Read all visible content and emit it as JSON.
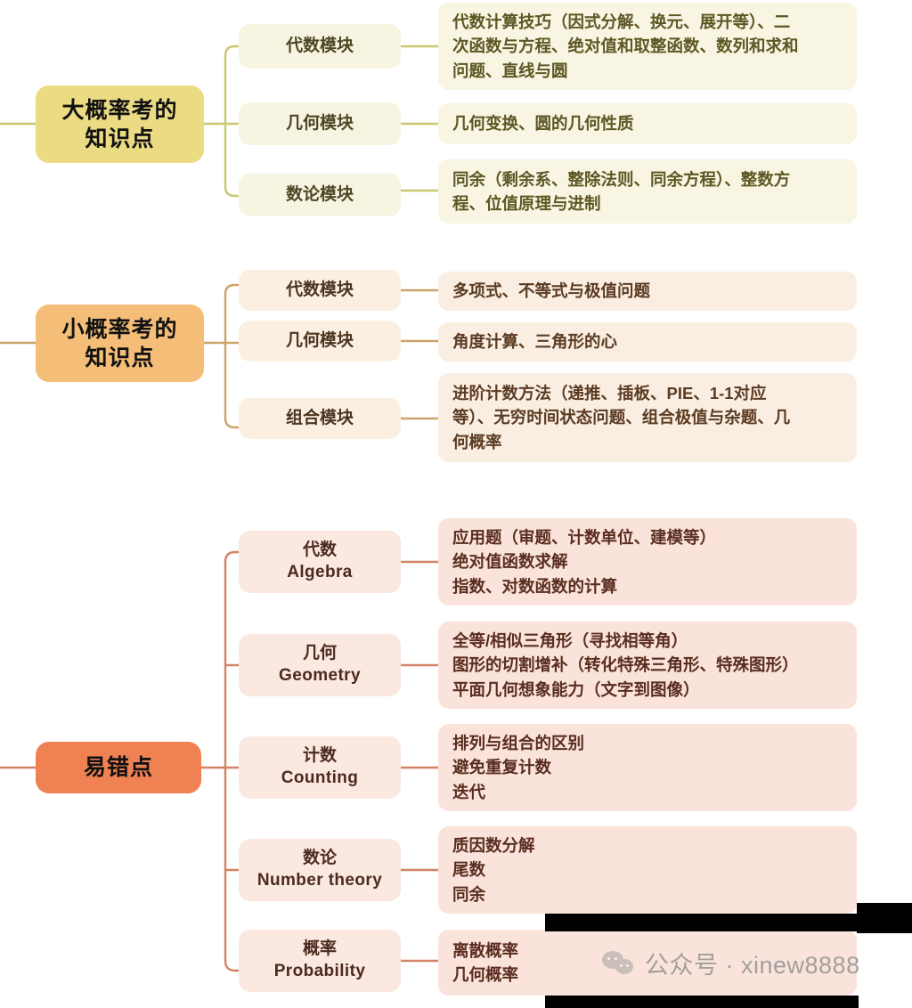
{
  "title": "AMC 数学知识点思维导图",
  "colors": {
    "root_yellow": "#ebdb83",
    "root_orange": "#f5be78",
    "root_coral": "#f08153",
    "mid_yellow_bg": "#f7f4e2",
    "mid_orange_bg": "#fbefe2",
    "mid_coral_bg": "#fbe8e0",
    "leaf_yellow_bg": "#f8f5e3",
    "leaf_orange_bg": "#faeee2",
    "leaf_coral_bg": "#fae3da",
    "wire_yellow": "#c8c86e",
    "wire_orange": "#caa469",
    "wire_coral": "#d28365",
    "text_dark": "#111111"
  },
  "branches": [
    {
      "id": "high-probability",
      "root": {
        "line1": "大概率考的",
        "line2": "知识点"
      },
      "children": [
        {
          "module": "代数模块",
          "module_en": "",
          "detail_lines": [
            "代数计算技巧（因式分解、换元、展开等）、二",
            "次函数与方程、绝对值和取整函数、数列和求和",
            "问题、直线与圆"
          ]
        },
        {
          "module": "几何模块",
          "module_en": "",
          "detail_lines": [
            "几何变换、圆的几何性质"
          ]
        },
        {
          "module": "数论模块",
          "module_en": "",
          "detail_lines": [
            "同余（剩余系、整除法则、同余方程）、整数方",
            "程、位值原理与进制"
          ]
        }
      ]
    },
    {
      "id": "low-probability",
      "root": {
        "line1": "小概率考的",
        "line2": "知识点"
      },
      "children": [
        {
          "module": "代数模块",
          "module_en": "",
          "detail_lines": [
            "多项式、不等式与极值问题"
          ]
        },
        {
          "module": "几何模块",
          "module_en": "",
          "detail_lines": [
            "角度计算、三角形的心"
          ]
        },
        {
          "module": "组合模块",
          "module_en": "",
          "detail_lines": [
            "进阶计数方法（递推、插板、PIE、1-1对应",
            "等）、无穷时间状态问题、组合极值与杂题、几",
            "何概率"
          ]
        }
      ]
    },
    {
      "id": "common-mistakes",
      "root": {
        "line1": "易错点",
        "line2": ""
      },
      "children": [
        {
          "module": "代数",
          "module_en": "Algebra",
          "detail_lines": [
            "应用题（审题、计数单位、建模等）",
            "绝对值函数求解",
            "指数、对数函数的计算"
          ]
        },
        {
          "module": "几何",
          "module_en": "Geometry",
          "detail_lines": [
            "全等/相似三角形（寻找相等角）",
            "图形的切割增补（转化特殊三角形、特殊图形）",
            "平面几何想象能力（文字到图像）"
          ]
        },
        {
          "module": "计数",
          "module_en": "Counting",
          "detail_lines": [
            "排列与组合的区别",
            "避免重复计数",
            "迭代"
          ]
        },
        {
          "module": "数论",
          "module_en": "Number theory",
          "detail_lines": [
            "质因数分解",
            "尾数",
            "同余"
          ]
        },
        {
          "module": "概率",
          "module_en": "Probability",
          "detail_lines": [
            "离散概率",
            "几何概率"
          ]
        }
      ]
    }
  ],
  "watermark": {
    "text": "公众号 · xinew8888",
    "icon": "wechat-icon"
  }
}
